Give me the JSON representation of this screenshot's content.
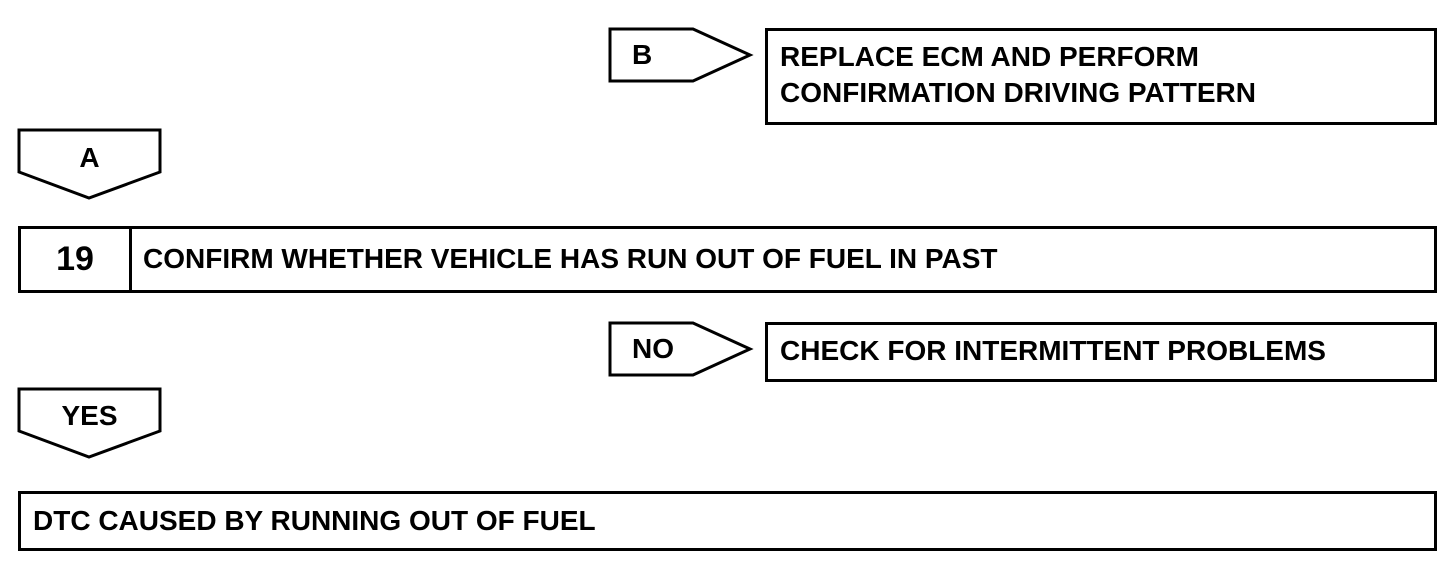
{
  "flow": {
    "branch_b": {
      "tag": "B",
      "action_lines": [
        "REPLACE ECM AND PERFORM",
        "CONFIRMATION DRIVING PATTERN"
      ]
    },
    "branch_a": {
      "tag": "A"
    },
    "step": {
      "number": "19",
      "text": "CONFIRM WHETHER VEHICLE HAS RUN OUT OF FUEL IN PAST"
    },
    "branch_no": {
      "tag": "NO",
      "action": "CHECK FOR INTERMITTENT PROBLEMS"
    },
    "branch_yes": {
      "tag": "YES"
    },
    "result": {
      "text": "DTC CAUSED BY RUNNING OUT OF FUEL"
    }
  }
}
